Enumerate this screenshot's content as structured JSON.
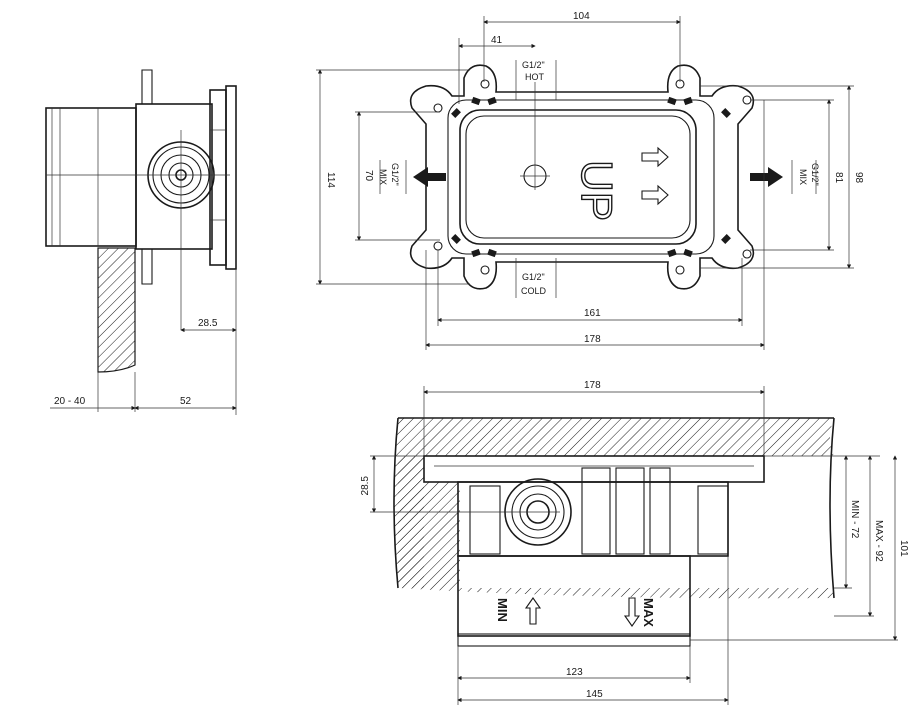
{
  "dimensions": {
    "side_wall": "20 - 40",
    "side_depth": "52",
    "side_offset": "28.5",
    "top_41": "41",
    "top_104": "104",
    "top_114": "114",
    "top_70": "70",
    "top_81": "81",
    "top_98": "98",
    "top_161": "161",
    "top_178": "178",
    "bot_178": "178",
    "bot_28_5": "28.5",
    "bot_min": "MIN - 72",
    "bot_max": "MAX - 92",
    "bot_101": "101",
    "bot_123": "123",
    "bot_145": "145"
  },
  "labels": {
    "hot_size": "G1/2\"",
    "hot": "HOT",
    "cold_size": "G1/2\"",
    "cold": "COLD",
    "mix_left_size": "G1/2\"",
    "mix_left": "MIX",
    "mix_right_size": "G1/2\"",
    "mix_right": "MIX",
    "up": "UP",
    "min": "MIN",
    "max": "MAX"
  },
  "icons": [
    "arrow-left-icon",
    "arrow-right-icon",
    "arrow-up-icon",
    "arrow-down-icon",
    "small-arrow-icon"
  ]
}
